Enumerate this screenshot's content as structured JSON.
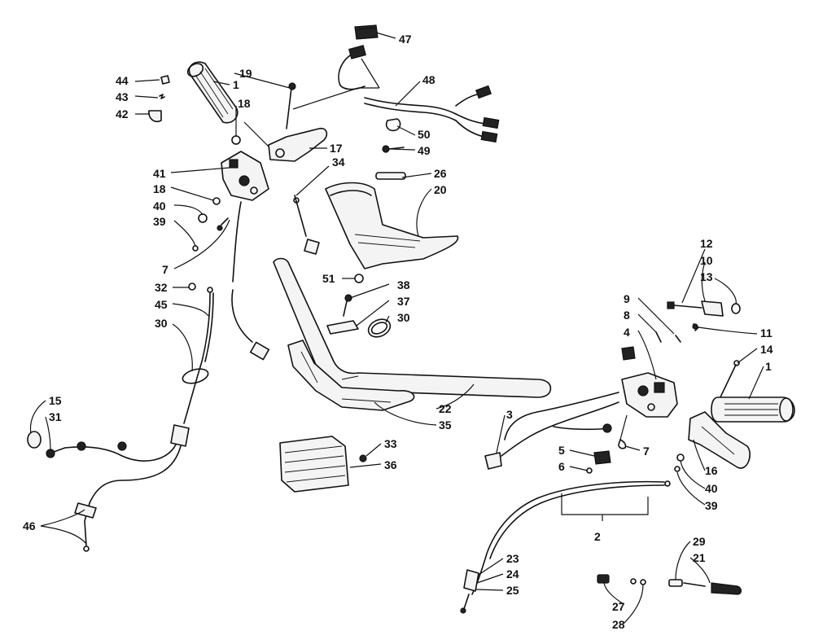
{
  "diagram": {
    "callouts": [
      {
        "id": "c-47",
        "text": "47"
      },
      {
        "id": "c-48",
        "text": "48"
      },
      {
        "id": "c-50",
        "text": "50"
      },
      {
        "id": "c-49",
        "text": "49"
      },
      {
        "id": "c-44",
        "text": "44"
      },
      {
        "id": "c-43",
        "text": "43"
      },
      {
        "id": "c-42",
        "text": "42"
      },
      {
        "id": "c-1a",
        "text": "1"
      },
      {
        "id": "c-19",
        "text": "19"
      },
      {
        "id": "c-18a",
        "text": "18"
      },
      {
        "id": "c-17",
        "text": "17"
      },
      {
        "id": "c-34",
        "text": "34"
      },
      {
        "id": "c-26",
        "text": "26"
      },
      {
        "id": "c-20",
        "text": "20"
      },
      {
        "id": "c-41",
        "text": "41"
      },
      {
        "id": "c-18b",
        "text": "18"
      },
      {
        "id": "c-40a",
        "text": "40"
      },
      {
        "id": "c-39a",
        "text": "39"
      },
      {
        "id": "c-7a",
        "text": "7"
      },
      {
        "id": "c-51",
        "text": "51"
      },
      {
        "id": "c-32",
        "text": "32"
      },
      {
        "id": "c-45",
        "text": "45"
      },
      {
        "id": "c-30a",
        "text": "30"
      },
      {
        "id": "c-38",
        "text": "38"
      },
      {
        "id": "c-37",
        "text": "37"
      },
      {
        "id": "c-30b",
        "text": "30"
      },
      {
        "id": "c-12",
        "text": "12"
      },
      {
        "id": "c-10",
        "text": "10"
      },
      {
        "id": "c-13",
        "text": "13"
      },
      {
        "id": "c-9",
        "text": "9"
      },
      {
        "id": "c-8",
        "text": "8"
      },
      {
        "id": "c-4",
        "text": "4"
      },
      {
        "id": "c-11",
        "text": "11"
      },
      {
        "id": "c-14",
        "text": "14"
      },
      {
        "id": "c-1b",
        "text": "1"
      },
      {
        "id": "c-15",
        "text": "15"
      },
      {
        "id": "c-31",
        "text": "31"
      },
      {
        "id": "c-22",
        "text": "22"
      },
      {
        "id": "c-35",
        "text": "35"
      },
      {
        "id": "c-3",
        "text": "3"
      },
      {
        "id": "c-33",
        "text": "33"
      },
      {
        "id": "c-36",
        "text": "36"
      },
      {
        "id": "c-5",
        "text": "5"
      },
      {
        "id": "c-6",
        "text": "6"
      },
      {
        "id": "c-7b",
        "text": "7"
      },
      {
        "id": "c-16",
        "text": "16"
      },
      {
        "id": "c-40b",
        "text": "40"
      },
      {
        "id": "c-39b",
        "text": "39"
      },
      {
        "id": "c-46",
        "text": "46"
      },
      {
        "id": "c-2",
        "text": "2"
      },
      {
        "id": "c-29",
        "text": "29"
      },
      {
        "id": "c-21",
        "text": "21"
      },
      {
        "id": "c-23",
        "text": "23"
      },
      {
        "id": "c-24",
        "text": "24"
      },
      {
        "id": "c-25",
        "text": "25"
      },
      {
        "id": "c-27",
        "text": "27"
      },
      {
        "id": "c-28",
        "text": "28"
      }
    ]
  }
}
